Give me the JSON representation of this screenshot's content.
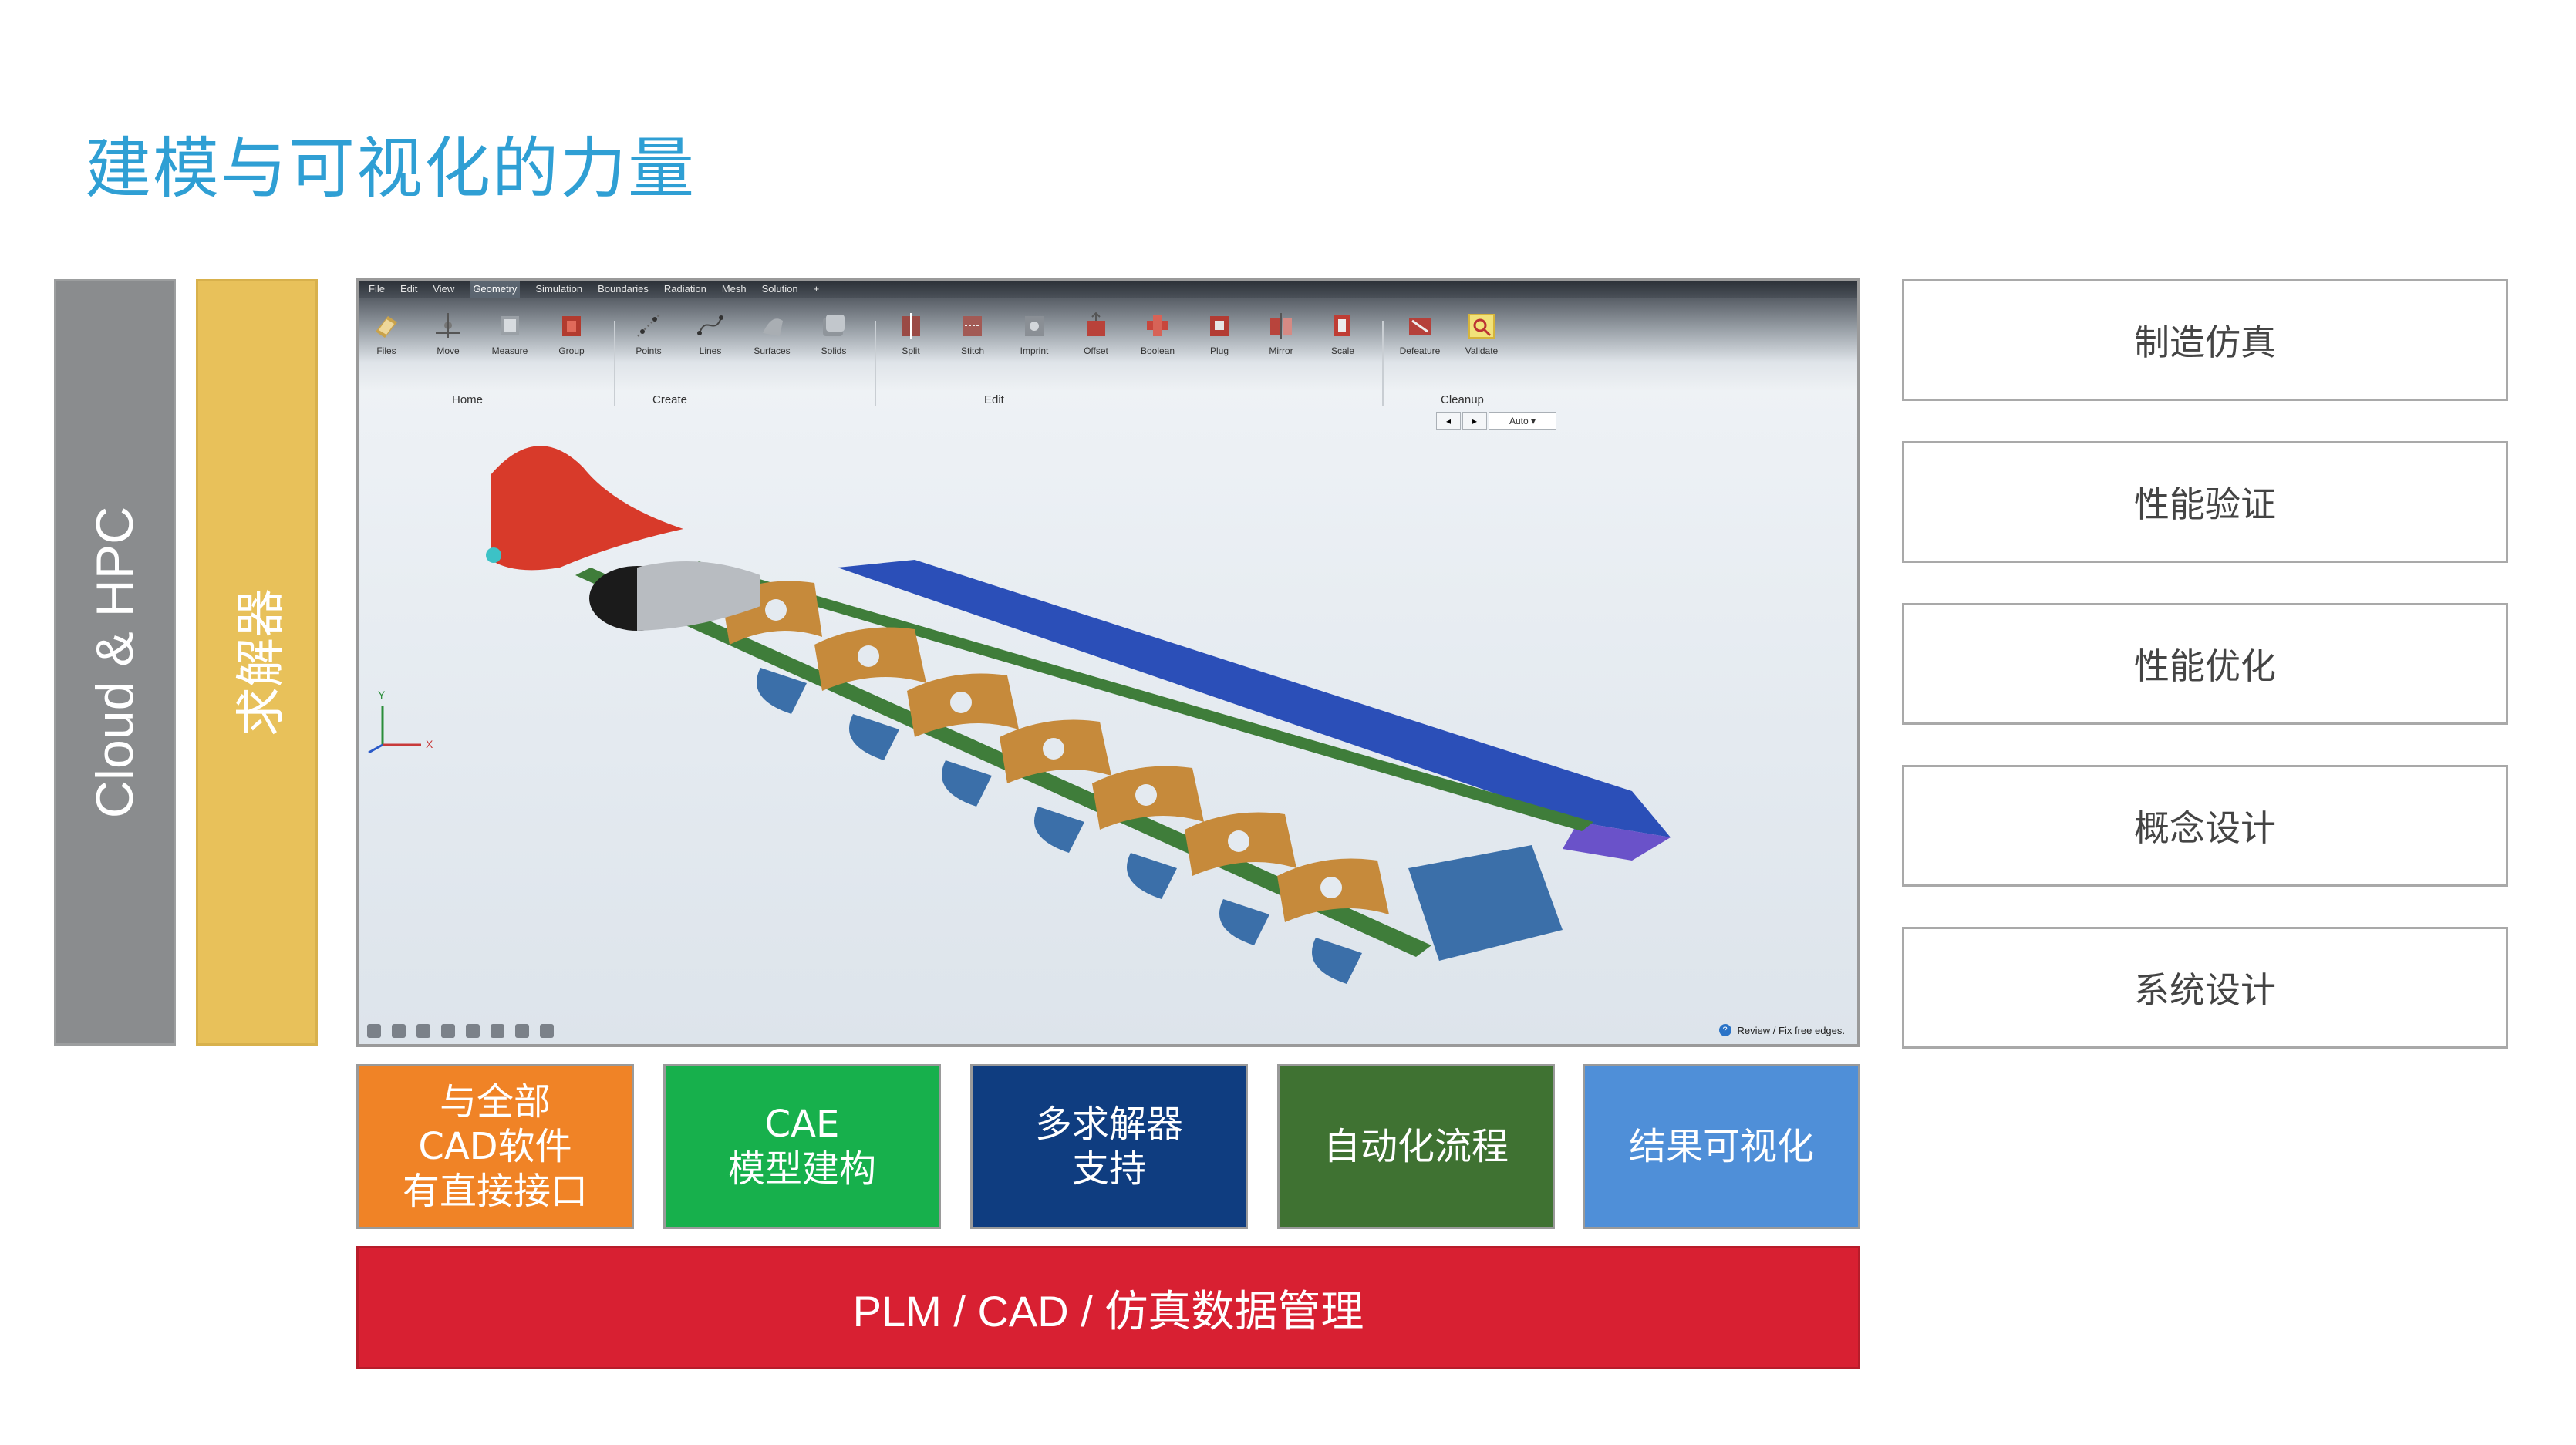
{
  "title": "建模与可视化的力量",
  "left_bars": {
    "cloud": "Cloud & HPC",
    "solver": "求解器"
  },
  "app": {
    "menu": [
      "File",
      "Edit",
      "View",
      "Geometry",
      "Simulation",
      "Boundaries",
      "Radiation",
      "Mesh",
      "Solution"
    ],
    "active_menu": "Geometry",
    "tools": [
      "Files",
      "Move",
      "Measure",
      "Group",
      "Points",
      "Lines",
      "Surfaces",
      "Solids",
      "Split",
      "Stitch",
      "Imprint",
      "Offset",
      "Boolean",
      "Plug",
      "Mirror",
      "Scale",
      "Defeature",
      "Validate"
    ],
    "groups": [
      "Home",
      "Create",
      "Edit",
      "Cleanup"
    ],
    "cleanup_select": "Auto",
    "axis_y": "Y",
    "axis_x": "X",
    "status": "Review / Fix free edges.",
    "help_symbol": "?"
  },
  "right_boxes": [
    "制造仿真",
    "性能验证",
    "性能优化",
    "概念设计",
    "系统设计"
  ],
  "feature_boxes": [
    {
      "label": "与全部\nCAD软件\n有直接接口",
      "color": "#f08326"
    },
    {
      "label": "CAE\n模型建构",
      "color": "#17b04c"
    },
    {
      "label": "多求解器\n支持",
      "color": "#0f3d80"
    },
    {
      "label": "自动化流程",
      "color": "#3f7232"
    },
    {
      "label": "结果可视化",
      "color": "#4f8fd8"
    }
  ],
  "plm_bar": "PLM / CAD / 仿真数据管理"
}
